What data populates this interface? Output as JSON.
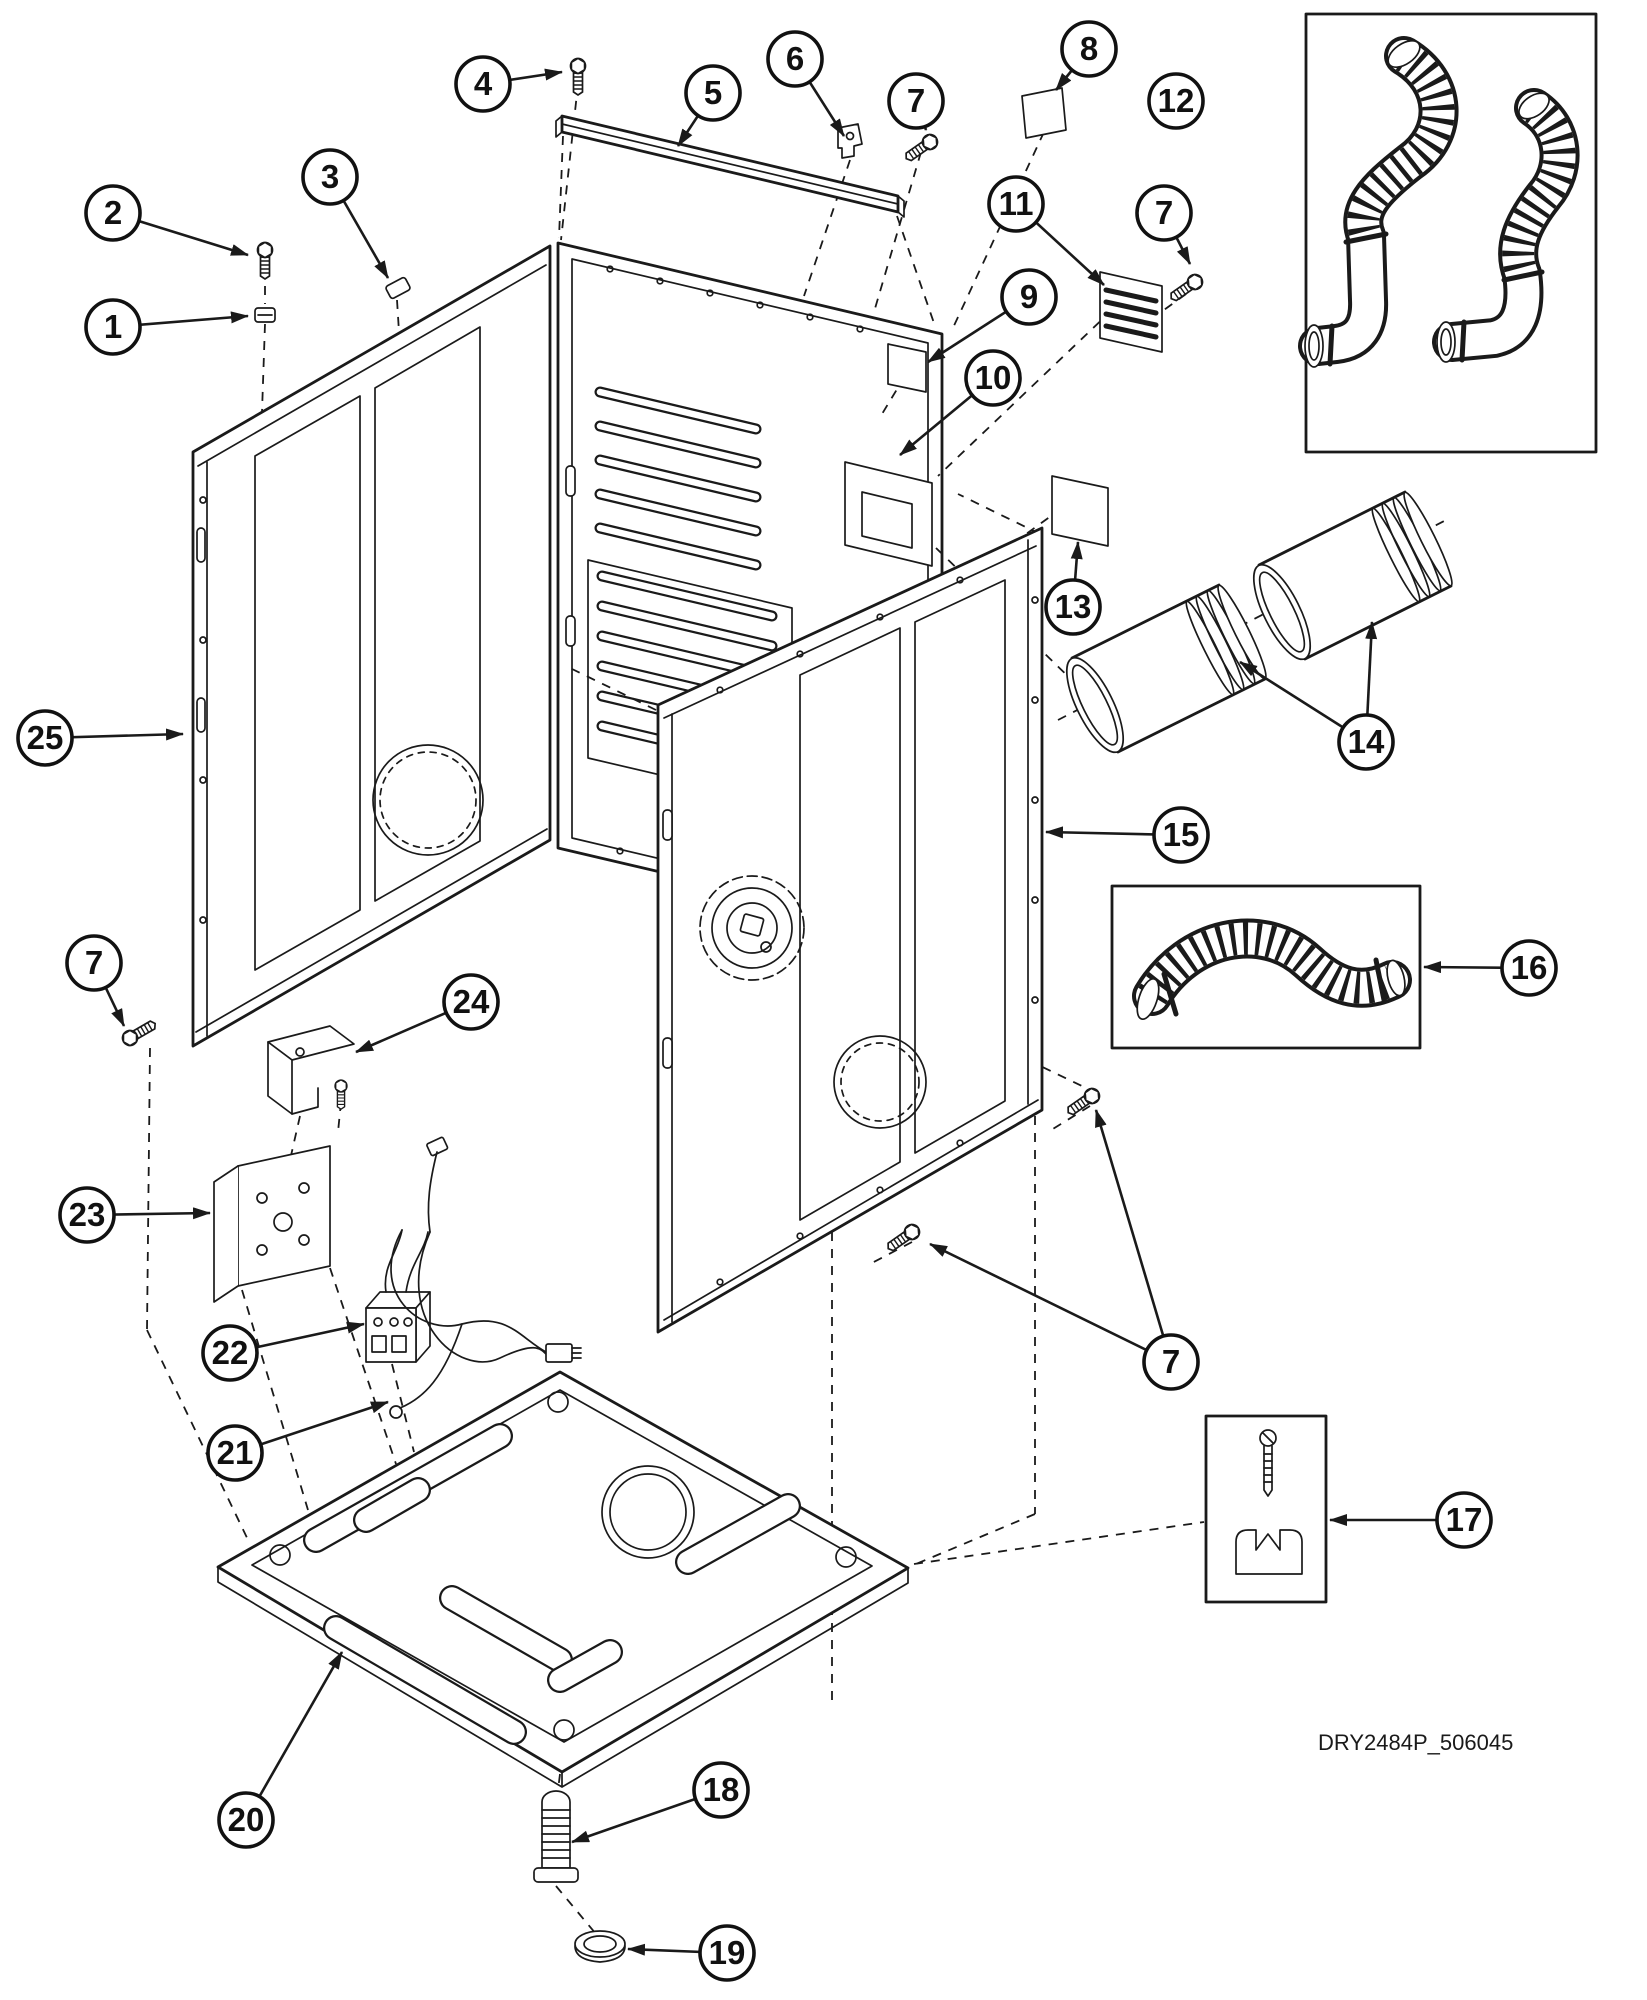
{
  "diagram": {
    "drawing_code": "DRY2484P_506045",
    "ink_color": "#1a1a1a",
    "background_color": "#ffffff",
    "callouts": [
      {
        "label": "1"
      },
      {
        "label": "2"
      },
      {
        "label": "3"
      },
      {
        "label": "4"
      },
      {
        "label": "5"
      },
      {
        "label": "6"
      },
      {
        "label": "7"
      },
      {
        "label": "7"
      },
      {
        "label": "7"
      },
      {
        "label": "7"
      },
      {
        "label": "8"
      },
      {
        "label": "9"
      },
      {
        "label": "10"
      },
      {
        "label": "11"
      },
      {
        "label": "12"
      },
      {
        "label": "13"
      },
      {
        "label": "14"
      },
      {
        "label": "15"
      },
      {
        "label": "16"
      },
      {
        "label": "17"
      },
      {
        "label": "18"
      },
      {
        "label": "19"
      },
      {
        "label": "20"
      },
      {
        "label": "21"
      },
      {
        "label": "22"
      },
      {
        "label": "23"
      },
      {
        "label": "24"
      },
      {
        "label": "25"
      }
    ]
  }
}
